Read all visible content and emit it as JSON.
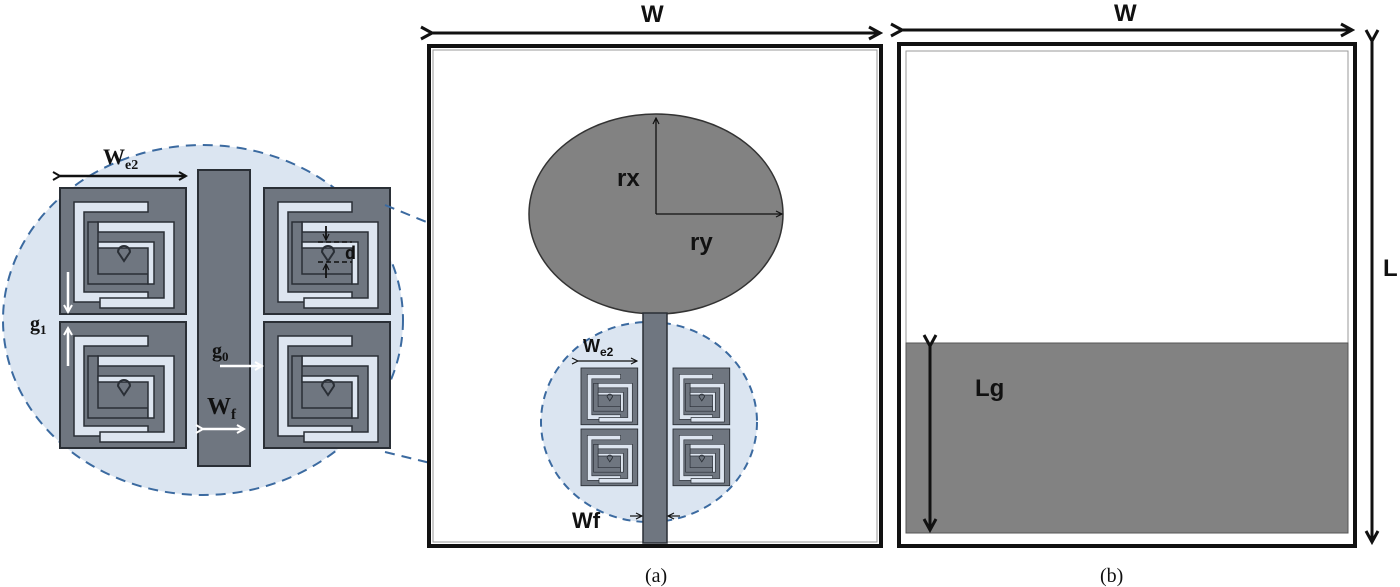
{
  "figure": {
    "panels": [
      {
        "id": "inset",
        "description": "Magnified view of four spiral resonators beside feed line"
      },
      {
        "id": "a",
        "caption": "(a)",
        "description": "Front view: elliptical patch with feed line and spiral resonators"
      },
      {
        "id": "b",
        "caption": "(b)",
        "description": "Back view: partial ground plane"
      }
    ],
    "colors": {
      "metal": "#828282",
      "resonator": "#6f7680",
      "slot": "#dde5f0",
      "zoom_fill": "#dbe5f1",
      "zoom_dash": "#3b6aa0",
      "outline": "#111111"
    }
  },
  "inset": {
    "label_we2": "W",
    "label_we2_sub": "e2",
    "label_g1": "g",
    "label_g1_sub": "1",
    "label_g0": "g",
    "label_g0_sub": "0",
    "label_wf": "W",
    "label_wf_sub": "f",
    "label_d": "d"
  },
  "panel_a": {
    "label_w": "W",
    "label_rx": "rx",
    "label_ry": "ry",
    "label_we2": "W",
    "label_we2_sub": "e2",
    "label_wf": "Wf",
    "caption": "(a)"
  },
  "panel_b": {
    "label_w": "W",
    "label_l": "L",
    "label_lg": "Lg",
    "caption": "(b)"
  }
}
